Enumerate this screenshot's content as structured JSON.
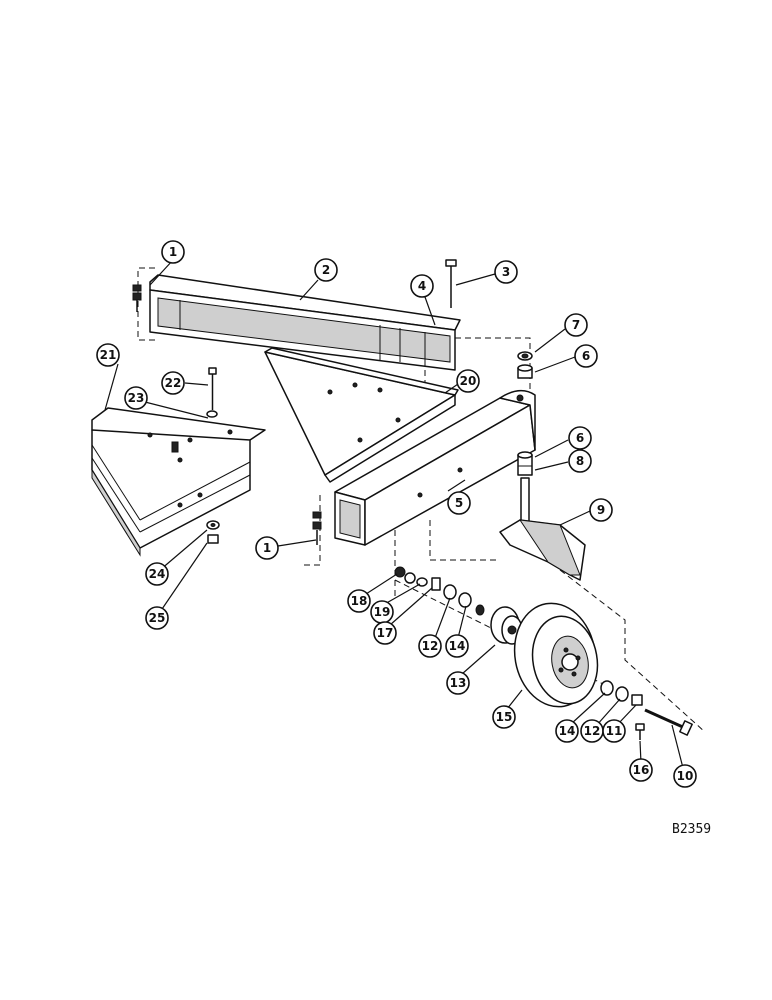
{
  "drawing_code": "B2359",
  "callouts": [
    {
      "id": "c1a",
      "label": "1"
    },
    {
      "id": "c2",
      "label": "2"
    },
    {
      "id": "c3",
      "label": "3"
    },
    {
      "id": "c4",
      "label": "4"
    },
    {
      "id": "c7",
      "label": "7"
    },
    {
      "id": "c6a",
      "label": "6"
    },
    {
      "id": "c21",
      "label": "21"
    },
    {
      "id": "c22",
      "label": "22"
    },
    {
      "id": "c23",
      "label": "23"
    },
    {
      "id": "c20",
      "label": "20"
    },
    {
      "id": "c6b",
      "label": "6"
    },
    {
      "id": "c8",
      "label": "8"
    },
    {
      "id": "c9",
      "label": "9"
    },
    {
      "id": "c5",
      "label": "5"
    },
    {
      "id": "c1b",
      "label": "1"
    },
    {
      "id": "c24",
      "label": "24"
    },
    {
      "id": "c25",
      "label": "25"
    },
    {
      "id": "c18",
      "label": "18"
    },
    {
      "id": "c19",
      "label": "19"
    },
    {
      "id": "c17",
      "label": "17"
    },
    {
      "id": "c12a",
      "label": "12"
    },
    {
      "id": "c14a",
      "label": "14"
    },
    {
      "id": "c13",
      "label": "13"
    },
    {
      "id": "c15",
      "label": "15"
    },
    {
      "id": "c14b",
      "label": "14"
    },
    {
      "id": "c12b",
      "label": "12"
    },
    {
      "id": "c11",
      "label": "11"
    },
    {
      "id": "c16",
      "label": "16"
    },
    {
      "id": "c10",
      "label": "10"
    }
  ]
}
